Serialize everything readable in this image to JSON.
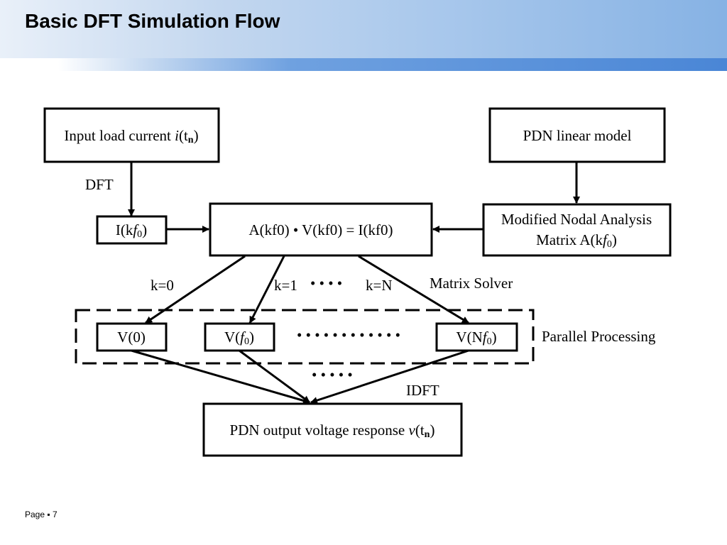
{
  "slide": {
    "title": "Basic DFT Simulation Flow",
    "footer": {
      "page_label": "Page",
      "separator": "▪",
      "page_number": "7"
    }
  },
  "diagram": {
    "input_box": {
      "prefix": "Input load current ",
      "var": "i",
      "open": "(t",
      "sub": "n",
      "close": ")"
    },
    "pdn_model_box": "PDN linear model",
    "dft_label": "DFT",
    "i_kf0_box": {
      "prefix": "I(k",
      "f": "f",
      "sub": "0",
      "close": ")"
    },
    "equation_box": {
      "text": "A(kf0) • V(kf0) = I(kf0)"
    },
    "mna_box": {
      "line1": "Modified Nodal Analysis",
      "line2_prefix": "Matrix A(k",
      "f": "f",
      "sub": "0",
      "close": ")"
    },
    "k0_label": "k=0",
    "k1_label": "k=1",
    "kN_label": "k=N",
    "dots_middle": "• • • •",
    "matrix_solver_label": "Matrix Solver",
    "v0_box": "V(0)",
    "vf0_box": {
      "prefix": "V(",
      "f": "f",
      "sub": "0",
      "close": ")"
    },
    "vnf0_box": {
      "prefix": "V(N",
      "f": "f",
      "sub": "0",
      "close": ")"
    },
    "dots_row": "• • • • • • • • • • • •",
    "parallel_label": "Parallel Processing",
    "dots_lower": "• • • • •",
    "idft_label": "IDFT",
    "output_box": {
      "prefix": "PDN output voltage response ",
      "var": "v",
      "open": "(t",
      "sub": "n",
      "close": ")"
    }
  }
}
